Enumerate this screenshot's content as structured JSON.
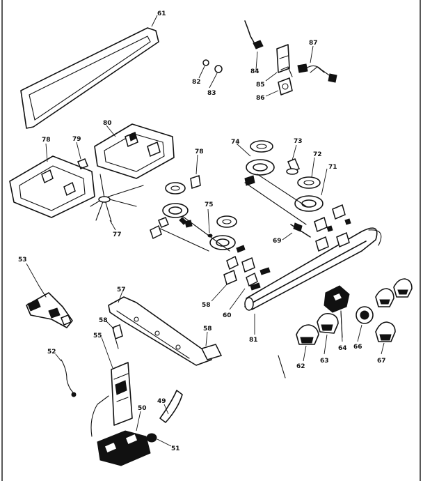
{
  "diagram": {
    "callouts": {
      "c61": "61",
      "c82": "82",
      "c83": "83",
      "c84": "84",
      "c85": "85",
      "c86": "86",
      "c87top": "87",
      "c78a": "78",
      "c79": "79",
      "c80": "80",
      "c74": "74",
      "c73": "73",
      "c72": "72",
      "c71": "71",
      "c78b": "78",
      "c75": "75",
      "c77": "77",
      "c69": "69",
      "c53": "53",
      "c57": "57",
      "c58a": "58",
      "c55": "55",
      "c58b": "58",
      "c60": "60",
      "c81": "81",
      "c52": "52",
      "c50": "50",
      "c49": "49",
      "c51": "51",
      "c62": "62",
      "c63": "63",
      "c64": "64",
      "c66": "66",
      "c67": "67"
    }
  }
}
